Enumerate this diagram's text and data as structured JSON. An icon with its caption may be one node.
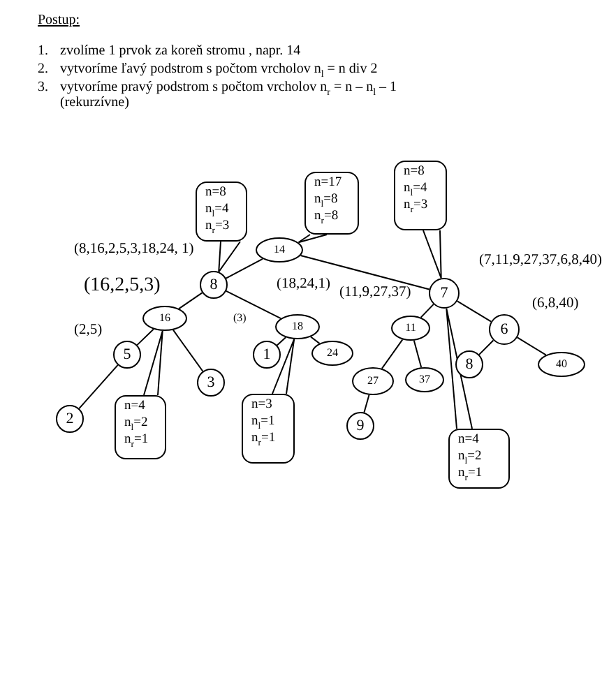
{
  "diagram": {
    "title": "Postup:",
    "nodes": [
      {
        "text": [
          "n=8",
          "n$_{l}$=4",
          "n$_{r}$=3"
        ]
      },
      {
        "text": [
          "n=17",
          "n$_{l}$=8",
          "n$_{r}$=8"
        ]
      },
      {
        "text": [
          "n=8",
          "n$_{l}$=4",
          "n$_{r}$=3"
        ]
      },
      {
        "text": [
          "14"
        ]
      },
      {
        "text": [
          "8"
        ]
      },
      {
        "text": [
          "7"
        ]
      },
      {
        "text": [
          "16"
        ]
      },
      {
        "text": [
          "18"
        ]
      },
      {
        "text": [
          "11"
        ]
      },
      {
        "text": [
          "6"
        ]
      },
      {
        "text": [
          "5"
        ]
      },
      {
        "text": [
          "1"
        ]
      },
      {
        "text": [
          "24"
        ]
      },
      {
        "text": [
          "8"
        ]
      },
      {
        "text": [
          "40"
        ]
      },
      {
        "text": [
          "27"
        ]
      },
      {
        "text": [
          "37"
        ]
      },
      {
        "text": [
          "3"
        ]
      },
      {
        "text": [
          "2"
        ]
      },
      {
        "text": [
          "9"
        ]
      },
      {
        "text": [
          "n=4",
          "n$_{l}$=2",
          "n$_{r}$=1"
        ]
      },
      {
        "text": [
          "n=3",
          "n$_{l}$=1",
          "n$_{r}$=1"
        ]
      },
      {
        "text": [
          "n=4",
          "n$_{l}$=2",
          "n$_{r}$=1"
        ]
      }
    ],
    "edges": [
      {
        "from": 3,
        "to": 4,
        "arrow": "none"
      },
      {
        "from": 3,
        "to": 5,
        "arrow": "none"
      },
      {
        "from": 4,
        "to": 6,
        "arrow": "none"
      },
      {
        "from": 4,
        "to": 7,
        "arrow": "none"
      },
      {
        "from": 6,
        "to": 10,
        "arrow": "none"
      },
      {
        "from": 6,
        "to": 17,
        "arrow": "none"
      },
      {
        "from": 10,
        "to": 18,
        "arrow": "none"
      },
      {
        "from": 7,
        "to": 11,
        "arrow": "none"
      },
      {
        "from": 7,
        "to": 12,
        "arrow": "none"
      },
      {
        "from": 5,
        "to": 8,
        "arrow": "none"
      },
      {
        "from": 5,
        "to": 9,
        "arrow": "none"
      },
      {
        "from": 8,
        "to": 15,
        "arrow": "none"
      },
      {
        "from": 8,
        "to": 16,
        "arrow": "none"
      },
      {
        "from": 15,
        "to": 19,
        "arrow": "none"
      },
      {
        "from": 9,
        "to": 13,
        "arrow": "none"
      },
      {
        "from": 9,
        "to": 14,
        "arrow": "none"
      },
      {
        "from": 0,
        "to": 5,
        "arrow": "none"
      },
      {
        "from": 1,
        "to": 3,
        "arrow": "none"
      },
      {
        "from": 2,
        "to": 4,
        "arrow": "none"
      },
      {
        "from": 20,
        "to": 6,
        "arrow": "none"
      },
      {
        "from": 21,
        "to": 7,
        "arrow": "none"
      },
      {
        "from": 22,
        "to": 5,
        "arrow": "none"
      }
    ],
    "labels": [
      "1.",
      "zvolíme 1 prvok za koreň stromu , napr. 14",
      "2.",
      "vytvoríme ľavý podstrom s počtom vrcholov n$_{l}$ = n div 2",
      "3.",
      "vytvoríme pravý podstrom s počtom vrcholov n$_{r}$ = n – n$_{l}$ – 1 (rekurzívne)",
      "(8,16,2,5,3,18,24, 1)",
      "(7,11,9,27,37,6,8,40)",
      "(16,2,5,3)",
      "(18,24,1)",
      "(11,9,27,37)",
      "(6,8,40)",
      "(2,5)",
      "(3)"
    ]
  }
}
